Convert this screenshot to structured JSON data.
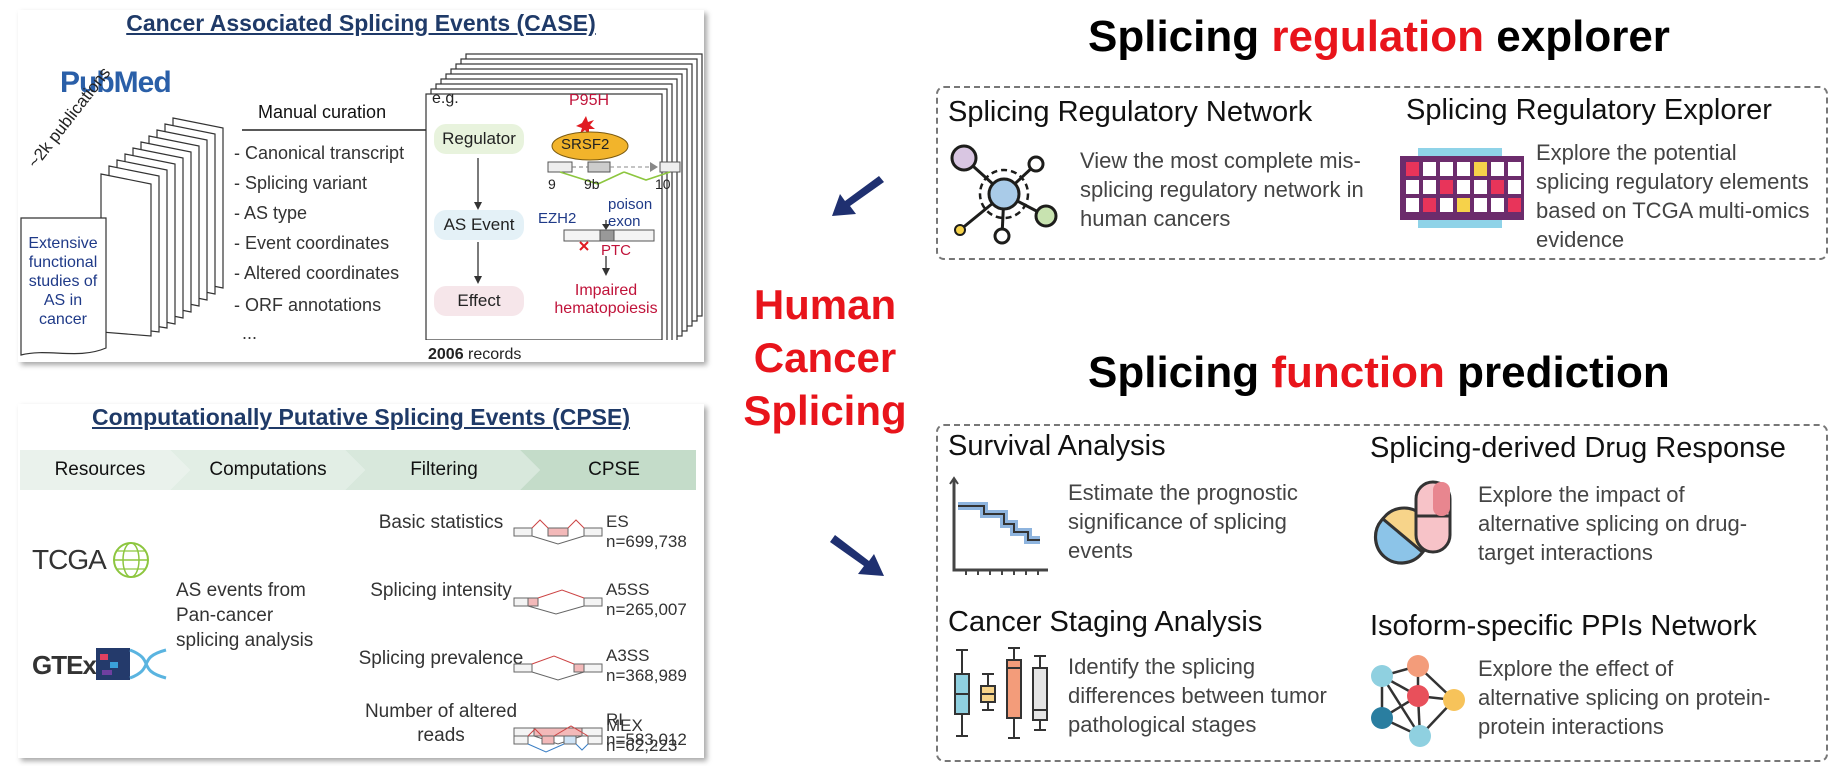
{
  "case": {
    "title": "Cancer Associated Splicing Events (CASE)",
    "pubmed_logo": "PubMed",
    "publications": "~2k publications",
    "studies": "Extensive functional studies of AS in cancer",
    "manual_curation": "Manual curation",
    "fields": [
      "- Canonical transcript",
      "- Splicing variant",
      "- AS type",
      "- Event coordinates",
      "- Altered coordinates",
      "- ORF annotations",
      "..."
    ],
    "example": {
      "eg": "e.g.",
      "regulator": "Regulator",
      "as_event": "AS Event",
      "effect": "Effect",
      "mutation": "P95H",
      "gene": "SRSF2",
      "exon_9": "9",
      "exon_9b": "9b",
      "exon_10": "10",
      "ezh2": "EZH2",
      "poison_exon": "poison exon",
      "ptc": "PTC",
      "impaired": "Impaired hematopoiesis"
    },
    "records_count": "2006",
    "records_label": "records"
  },
  "cpse": {
    "title": "Computationally Putative Splicing Events (CPSE)",
    "stages": [
      "Resources",
      "Computations",
      "Filtering",
      "CPSE"
    ],
    "resources": [
      "TCGA",
      "GTEx"
    ],
    "computation": "AS events from Pan-cancer splicing analysis",
    "filters": [
      "Basic statistics",
      "Splicing intensity",
      "Splicing prevalence",
      "Number of altered reads"
    ],
    "events": [
      {
        "type": "ES",
        "n": "n=699,738"
      },
      {
        "type": "A5SS",
        "n": "n=265,007"
      },
      {
        "type": "A3SS",
        "n": "n=368,989"
      },
      {
        "type": "RI",
        "n": "n=583,012"
      },
      {
        "type": "MEX",
        "n": "n=62,223"
      }
    ]
  },
  "center": {
    "title_lines": [
      "Human",
      "Cancer",
      "Splicing"
    ]
  },
  "regulation": {
    "title_pre": "Splicing ",
    "title_highlight": "regulation",
    "title_post": " explorer",
    "network_title": "Splicing Regulatory Network",
    "network_desc": "View the most complete mis-splicing regulatory network in human cancers",
    "explorer_title": "Splicing Regulatory Explorer",
    "explorer_desc": "Explore the potential splicing regulatory elements based on TCGA multi-omics evidence"
  },
  "function": {
    "title_pre": "Splicing ",
    "title_highlight": "function",
    "title_post": " prediction",
    "survival_title": "Survival Analysis",
    "survival_desc": "Estimate the prognostic significance of splicing events",
    "drug_title": "Splicing-derived Drug Response",
    "drug_desc": "Explore the impact of alternative splicing on drug-target interactions",
    "staging_title": "Cancer Staging Analysis",
    "staging_desc": "Identify the splicing differences between tumor pathological stages",
    "ppi_title": "Isoform-specific PPIs Network",
    "ppi_desc": "Explore the effect of alternative splicing on protein-protein interactions"
  },
  "icons": [
    "pubmed-logo",
    "network-icon",
    "heatmap-icon",
    "survival-curve-icon",
    "pill-capsule-icon",
    "boxplot-icon",
    "ppi-network-icon",
    "dna-helix-icon",
    "globe-icon"
  ],
  "colors": {
    "accent_red": "#e8141b",
    "navy": "#1f3a68",
    "pubmed_blue": "#2a5fa8",
    "chevron_green": "#cfe3d4"
  }
}
